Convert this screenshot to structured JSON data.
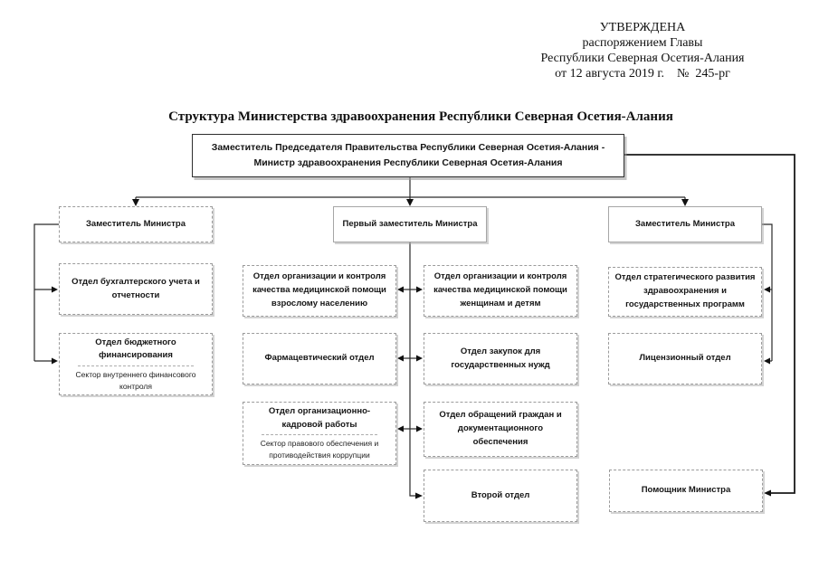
{
  "approval": {
    "lines": [
      "УТВЕРЖДЕНА",
      "распоряжением Главы",
      "Республики Северная Осетия-Алания",
      "от 12 августа 2019 г.    №  245-рг"
    ]
  },
  "title": "Структура Министерства здравоохранения Республики Северная Осетия-Алания",
  "org": {
    "head": {
      "line1": "Заместитель Председателя Правительства Республики Северная Осетия-Алания -",
      "line2": "Министр здравоохранения Республики Северная Осетия-Алания"
    },
    "deputy_left": "Заместитель Министра",
    "first_deputy": "Первый заместитель Министра",
    "deputy_right": "Заместитель Министра",
    "accounting": "Отдел бухгалтерского учета и отчетности",
    "budget": "Отдел бюджетного финансирования",
    "budget_sector": "Сектор внутреннего финансового контроля",
    "quality_adults": "Отдел организации и контроля качества медицинской помощи взрослому населению",
    "pharmacy": "Фармацевтический отдел",
    "org_hr": "Отдел организационно-кадровой работы",
    "org_hr_sector": "Сектор правового обеспечения и противодействия коррупции",
    "quality_women": "Отдел организации и контроля качества медицинской помощи женщинам и детям",
    "procurement": "Отдел закупок для государственных нужд",
    "citizens": "Отдел обращений граждан и документационного обеспечения",
    "second_dept": "Второй отдел",
    "strategic": "Отдел стратегического развития здравоохранения и государственных программ",
    "license": "Лицензионный отдел",
    "assistant": "Помощник Министра"
  }
}
